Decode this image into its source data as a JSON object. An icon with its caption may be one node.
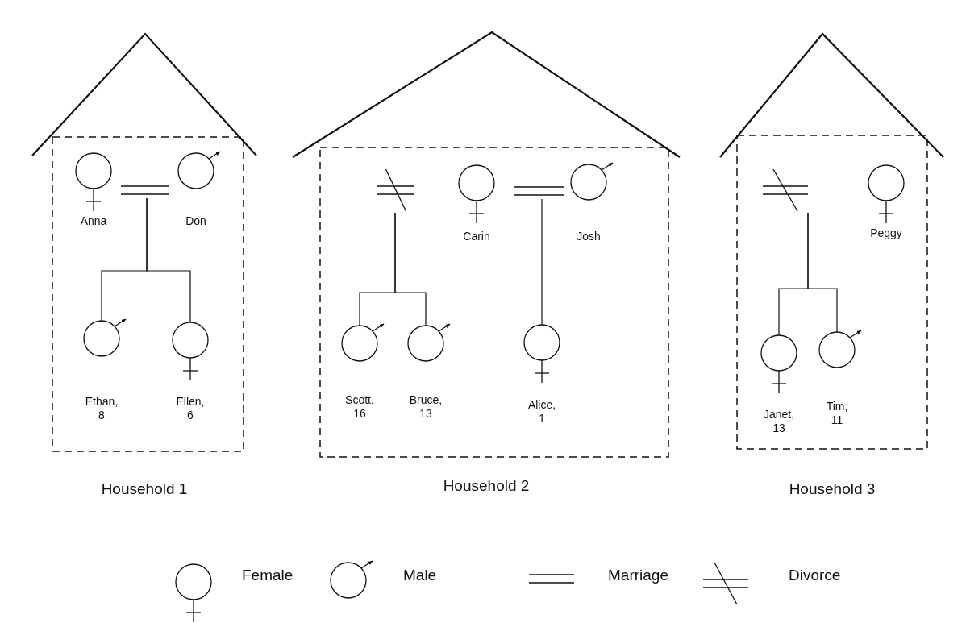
{
  "diagram": {
    "nodes": [
      {
        "text": [
          "Household 1"
        ]
      },
      {
        "text": [],
        "shape": "female",
        "beside": [
          "Anna"
        ],
        "in": 0
      },
      {
        "text": [],
        "shape": "marriage",
        "in": 0
      },
      {
        "text": [],
        "shape": "male",
        "beside": [
          "Don"
        ],
        "in": 0
      },
      {
        "text": [],
        "shape": "male",
        "beside": [
          "Ethan, 8"
        ],
        "in": 0
      },
      {
        "text": [],
        "shape": "female",
        "beside": [
          "Ellen, 6"
        ],
        "in": 0
      },
      {
        "text": [
          "Household 2"
        ]
      },
      {
        "text": [],
        "shape": "divorce",
        "in": 6
      },
      {
        "text": [],
        "shape": "female",
        "beside": [
          "Carin"
        ],
        "in": 6
      },
      {
        "text": [],
        "shape": "marriage",
        "in": 6
      },
      {
        "text": [],
        "shape": "male",
        "beside": [
          "Josh"
        ],
        "in": 6
      },
      {
        "text": [],
        "shape": "male",
        "beside": [
          "Scott, 16"
        ],
        "in": 6
      },
      {
        "text": [],
        "shape": "male",
        "beside": [
          "Bruce, 13"
        ],
        "in": 6
      },
      {
        "text": [],
        "shape": "female",
        "beside": [
          "Alice, 1"
        ],
        "in": 6
      },
      {
        "text": [
          "Household 3"
        ]
      },
      {
        "text": [],
        "shape": "divorce",
        "in": 14
      },
      {
        "text": [],
        "shape": "female",
        "beside": [
          "Peggy"
        ],
        "in": 14
      },
      {
        "text": [],
        "shape": "female",
        "beside": [
          "Janet, 13"
        ],
        "in": 14
      },
      {
        "text": [],
        "shape": "male",
        "beside": [
          "Tim, 11"
        ],
        "in": 14
      }
    ],
    "edges": [
      {
        "from": 2,
        "to": 4,
        "arrow": "none"
      },
      {
        "from": 2,
        "to": 5,
        "arrow": "none"
      },
      {
        "from": 7,
        "to": 11,
        "arrow": "none"
      },
      {
        "from": 7,
        "to": 12,
        "arrow": "none"
      },
      {
        "from": 9,
        "to": 13,
        "arrow": "none"
      },
      {
        "from": 15,
        "to": 17,
        "arrow": "none"
      },
      {
        "from": 15,
        "to": 18,
        "arrow": "none"
      }
    ],
    "legend": [
      {
        "text": "Female"
      },
      {
        "text": "Male"
      },
      {
        "text": "Marriage"
      },
      {
        "text": "Divorce"
      }
    ]
  }
}
